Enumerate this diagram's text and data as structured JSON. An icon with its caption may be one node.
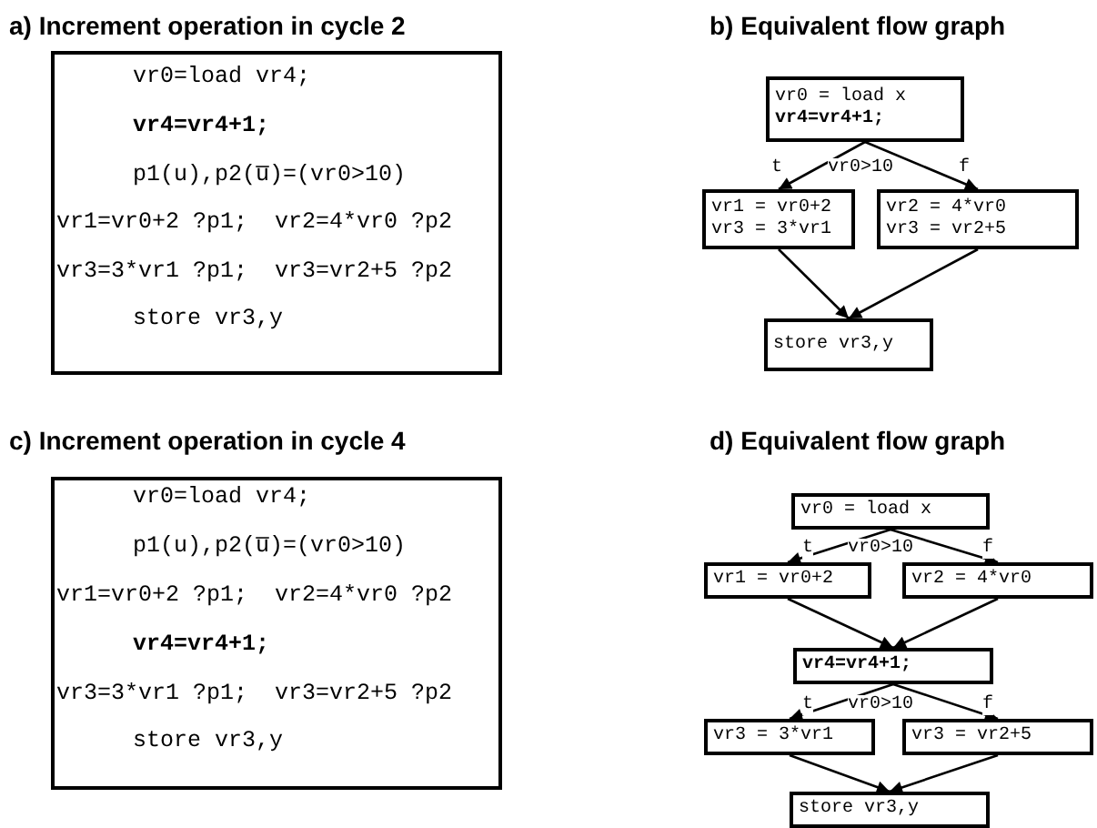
{
  "diagram": {
    "nodes": [
      {
        "text": [
          "vr0=load vr4;",
          "vr4=vr4+1;",
          "p1(u),p2(u̅)=(vr0>10)",
          "vr1=vr0+2 ?p1;  vr2=4*vr0 ?p2",
          "vr3=3*vr1 ?p1;  vr3=vr2+5 ?p2",
          "store vr3,y"
        ]
      },
      {
        "text": [
          "vr0 = load x",
          "vr4=vr4+1;"
        ]
      },
      {
        "text": [
          "vr1 = vr0+2",
          "vr3 = 3*vr1"
        ]
      },
      {
        "text": [
          "vr2 = 4*vr0",
          "vr3 = vr2+5"
        ]
      },
      {
        "text": [
          "store vr3,y"
        ]
      },
      {
        "text": [
          "vr0=load vr4;",
          "p1(u),p2(u̅)=(vr0>10)",
          "vr1=vr0+2 ?p1;  vr2=4*vr0 ?p2",
          "vr4=vr4+1;",
          "vr3=3*vr1 ?p1;  vr3=vr2+5 ?p2",
          "store vr3,y"
        ]
      },
      {
        "text": [
          "vr0 = load x"
        ]
      },
      {
        "text": [
          "vr1 = vr0+2"
        ]
      },
      {
        "text": [
          "vr2 = 4*vr0"
        ]
      },
      {
        "text": [
          "vr4=vr4+1;"
        ]
      },
      {
        "text": [
          "vr3 = 3*vr1"
        ]
      },
      {
        "text": [
          "vr3 = vr2+5"
        ]
      },
      {
        "text": [
          "store vr3,y"
        ]
      }
    ],
    "edges": [
      {
        "from": 1,
        "to": 2,
        "arrow": "to",
        "label": "t"
      },
      {
        "from": 1,
        "to": 3,
        "arrow": "to",
        "label": "f"
      },
      {
        "from": 2,
        "to": 4,
        "arrow": "to"
      },
      {
        "from": 3,
        "to": 4,
        "arrow": "to"
      },
      {
        "from": 6,
        "to": 7,
        "arrow": "to",
        "label": "t"
      },
      {
        "from": 6,
        "to": 8,
        "arrow": "to",
        "label": "f"
      },
      {
        "from": 7,
        "to": 9,
        "arrow": "to"
      },
      {
        "from": 8,
        "to": 9,
        "arrow": "to"
      },
      {
        "from": 9,
        "to": 10,
        "arrow": "to",
        "label": "t"
      },
      {
        "from": 9,
        "to": 11,
        "arrow": "to",
        "label": "f"
      },
      {
        "from": 10,
        "to": 12,
        "arrow": "to"
      },
      {
        "from": 11,
        "to": 12,
        "arrow": "to"
      }
    ],
    "labels": [
      "a) Increment operation in cycle 2",
      "b) Equivalent flow graph",
      "vr0>10",
      "c) Increment operation in cycle 4",
      "d) Equivalent flow graph",
      "vr0>10",
      "vr0>10"
    ]
  }
}
